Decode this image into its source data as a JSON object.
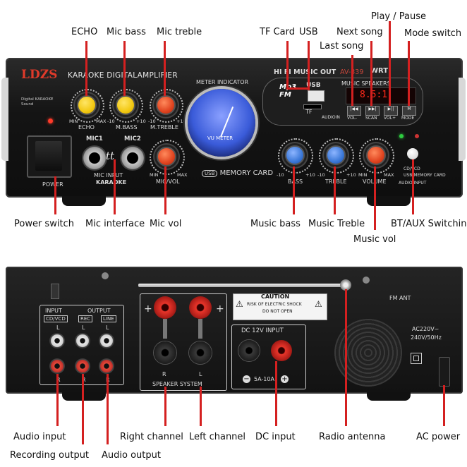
{
  "callouts": {
    "echo": "ECHO",
    "mic_bass": "Mic bass",
    "mic_treble": "Mic treble",
    "tf_card": "TF Card",
    "usb": "USB",
    "next_song": "Next song",
    "last_song": "Last song",
    "play_pause": "Play / Pause",
    "mode_switch": "Mode switch",
    "power_switch": "Power switch",
    "mic_interface": "Mic interface",
    "mic_vol": "Mic vol",
    "music_bass": "Music bass",
    "music_treble": "Music Treble",
    "music_vol": "Music vol",
    "bt_aux": "BT/AUX Switchin",
    "audio_input": "Audio input",
    "recording_output": "Recording output",
    "audio_output": "Audio output",
    "right_channel": "Right channel",
    "left_channel": "Left channel",
    "dc_input": "DC input",
    "radio_antenna": "Radio antenna",
    "ac_power": "AC power"
  },
  "front": {
    "brand": "LDZS",
    "title": "KARAOKE DIGITALAMPLIFIER",
    "digital_badge": "Digital KARAOKE Sound",
    "meter_title": "METER INDICATOR",
    "vu_label": "VU METER",
    "hifi_label": "HI FI MUSIC OUT",
    "model": "AV-339",
    "wrt": "WRT",
    "music_speakers": "MUSIC SPEAKERS",
    "mp3_fm": "Mp3 FM",
    "usb_port": "USB",
    "tf_slot": "TF",
    "display": "8.5:1",
    "audioin": "AUDIOIN",
    "btn_vol_minus": "VOL-",
    "btn_scan": "SCAN",
    "btn_vol_plus": "VOL+",
    "btn_mode": "MODE",
    "echo_label": "ECHO",
    "echo_min": "MIN",
    "echo_max": "MAX",
    "mbass_label": "M.BASS",
    "mbass_min": "-10",
    "mbass_max": "+10",
    "mtreble_label": "M.TREBLE",
    "mtreble_min": "-10",
    "mtreble_max": "+10",
    "mic1": "MIC1",
    "mic2": "MIC2",
    "mic_input": "MIC INPUT",
    "karaoke": "KARAOKE",
    "micvol_label": "MIC/VOL",
    "micvol_min": "MIN",
    "micvol_max": "MAX",
    "memory_card": "MEMORY CARD",
    "usb_badge": "USB",
    "bass_label": "BASS",
    "bass_min": "-10",
    "bass_max": "+10",
    "treble_label": "TREBLE",
    "treble_min": "-10",
    "treble_max": "+10",
    "volume_label": "VOLUME",
    "volume_min": "MIN",
    "volume_max": "MAX",
    "cd_vcd": "CD/VCD",
    "usb_memory_card": "USB/MEMORY CARD",
    "audio_input": "AUDIO INPUT",
    "power": "POWER"
  },
  "back": {
    "input": "INPUT",
    "cd_vcd": "CD/VCD",
    "output": "OUTPUT",
    "rec": "REC",
    "line": "LINE",
    "l1": "L",
    "l2": "L",
    "l3": "L",
    "r1": "R",
    "r2": "R",
    "r3": "R",
    "plus_left": "+",
    "plus_right": "+",
    "minus_left": "R",
    "minus_right": "L",
    "speaker_system": "SPEAKER SYSTEM",
    "caution": "CAUTION",
    "risk": "RISK OF ELECTRIC SHOCK",
    "do_not_open": "DO NOT OPEN",
    "dc_input": "DC 12V INPUT",
    "amp_range": "5A-10A",
    "fm_ant": "FM ANT",
    "ac_spec_1": "AC220V~",
    "ac_spec_2": "240V/50Hz"
  },
  "colors": {
    "callout_line": "#d42020",
    "knob_yellow": "#f2c811",
    "knob_red": "#e0431f",
    "knob_blue": "#3b78d8",
    "vu_blue": "#3a5bd9"
  }
}
